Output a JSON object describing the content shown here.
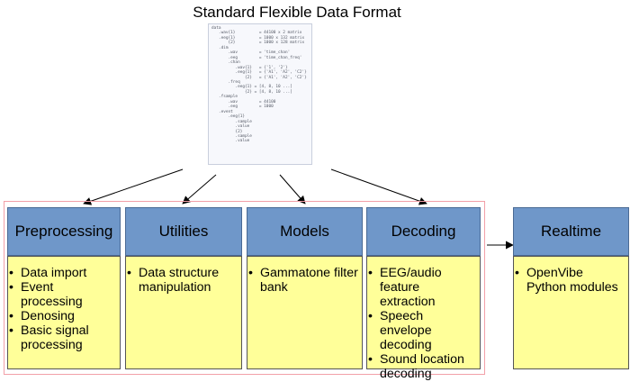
{
  "title": "Standard Flexible Data Format",
  "code_lines": [
    "data",
    "   .wav{1}          = 44100 x 2 matrix",
    "   .eeg{1}          = 1000 x 132 matrix",
    "       {2}          = 1000 x 128 matrix",
    "   .dim",
    "       .wav         = 'time_chan'",
    "       .eeg         = 'time_chan_freq'",
    "       .chan",
    "          .wav{1}   = {'1', '2'}",
    "          .eeg{1}   = {'A1', 'A2', 'C2'}",
    "              {2}   = {'A1', 'A2', 'C2'}",
    "       .freq",
    "          .eeg{1} = [4, 8, 10 ...]",
    "              {2} = [4, 8, 10 ...]",
    "   .fsample",
    "       .wav         = 44100",
    "       .eeg         = 1000",
    "   .event",
    "       .eeg{1}",
    "          .sample",
    "          .value",
    "          {2}",
    "          .sample",
    "          .value"
  ],
  "modules": [
    {
      "name": "Preprocessing",
      "items": [
        "Data import",
        "Event processing",
        "Denosing",
        "Basic signal processing"
      ]
    },
    {
      "name": "Utilities",
      "items": [
        "Data structure manipulation"
      ]
    },
    {
      "name": "Models",
      "items": [
        "Gammatone filter bank"
      ]
    },
    {
      "name": "Decoding",
      "items": [
        "EEG/audio feature extraction",
        "Speech envelope decoding",
        "Sound location decoding"
      ]
    }
  ],
  "realtime": {
    "name": "Realtime",
    "items": [
      "OpenVibe Python modules"
    ]
  },
  "colors": {
    "header": "#6f97c9",
    "body": "#ffff99",
    "group_border": "#f2a0a8"
  }
}
